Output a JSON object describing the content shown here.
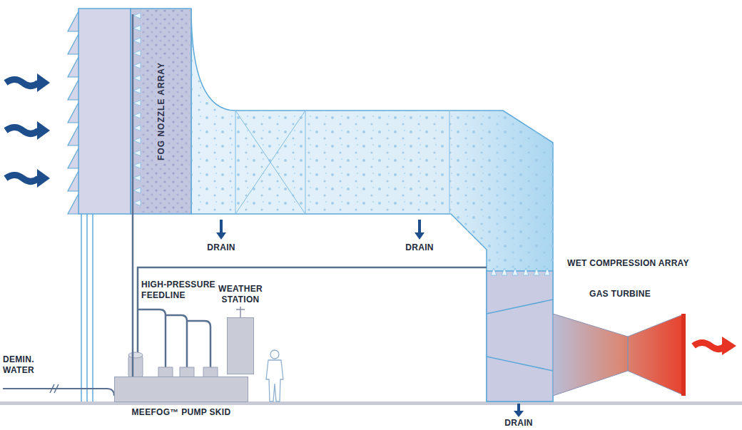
{
  "diagram": {
    "nodes": [
      {
        "text": [
          "FOG NOZZLE ARRAY"
        ]
      },
      {
        "text": [
          "WEATHER STATION"
        ]
      },
      {
        "text": [
          "MEEFOG™ PUMP SKID"
        ]
      },
      {
        "text": [
          "GAS TURBINE"
        ]
      }
    ],
    "edges": [
      {
        "from": 2,
        "to": 0,
        "arrow": "none"
      }
    ],
    "labels": [
      "DRAIN",
      "DRAIN",
      "WET COMPRESSION ARRAY",
      "HIGH-PRESSURE FEEDLINE",
      "DEMIN. WATER",
      "DRAIN"
    ]
  }
}
